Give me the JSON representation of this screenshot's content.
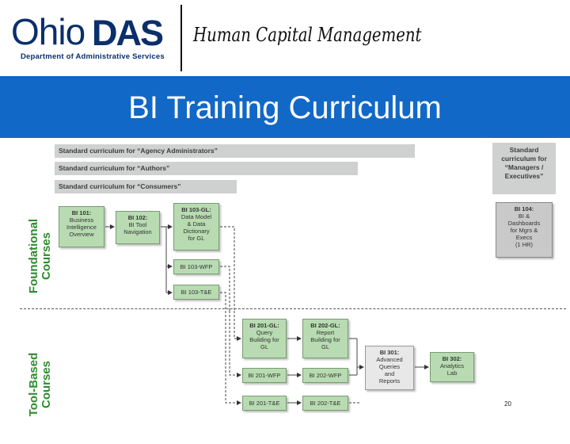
{
  "header": {
    "logo": {
      "word1": "Ohio",
      "word2": "DAS",
      "department": "Department of Administrative Services"
    },
    "subtitle": "Human Capital Management",
    "title": "BI Training Curriculum"
  },
  "curricula": {
    "admins": "Standard curriculum for “Agency Administrators”",
    "authors": "Standard curriculum for “Authors”",
    "consumers": "Standard curriculum for “Consumers”",
    "managers": [
      "Standard",
      "curriculum for",
      "“Managers /",
      "Executives”"
    ]
  },
  "sections": {
    "foundational": [
      "Foundational",
      "Courses"
    ],
    "tool_based": [
      "Tool-Based",
      "Courses"
    ]
  },
  "courses": {
    "bi101": [
      "BI 101:",
      "Business",
      "Intelligence",
      "Overview"
    ],
    "bi102": [
      "BI 102:",
      "BI Tool",
      "Navigation"
    ],
    "bi103gl": [
      "BI 103-GL:",
      "Data Model",
      "& Data",
      "Dictionary",
      "for GL"
    ],
    "bi103wfp": "BI 103-WFP",
    "bi103te": "BI 103-T&E",
    "bi104": [
      "BI 104:",
      "BI &",
      "Dashboards",
      "for Mgrs &",
      "Execs",
      "(1 HR)"
    ],
    "bi201gl": [
      "BI 201-GL:",
      "Query",
      "Building for",
      "GL"
    ],
    "bi202gl": [
      "BI 202-GL:",
      "Report",
      "Building for",
      "GL"
    ],
    "bi201wfp": "BI 201-WFP",
    "bi202wfp": "BI 202-WFP",
    "bi201te": "BI 201-T&E",
    "bi202te": "BI 202-T&E",
    "bi301": [
      "BI 301:",
      "Advanced",
      "Queries",
      "and",
      "Reports"
    ],
    "bi302": [
      "BI 302:",
      "Analytics",
      "Lab"
    ]
  },
  "page_number": "20",
  "colors": {
    "title_band": "#1168c7",
    "course_fill": "#b8dbb2",
    "section_label": "#2e8b2e",
    "bar_fill": "#cfd1d1"
  }
}
